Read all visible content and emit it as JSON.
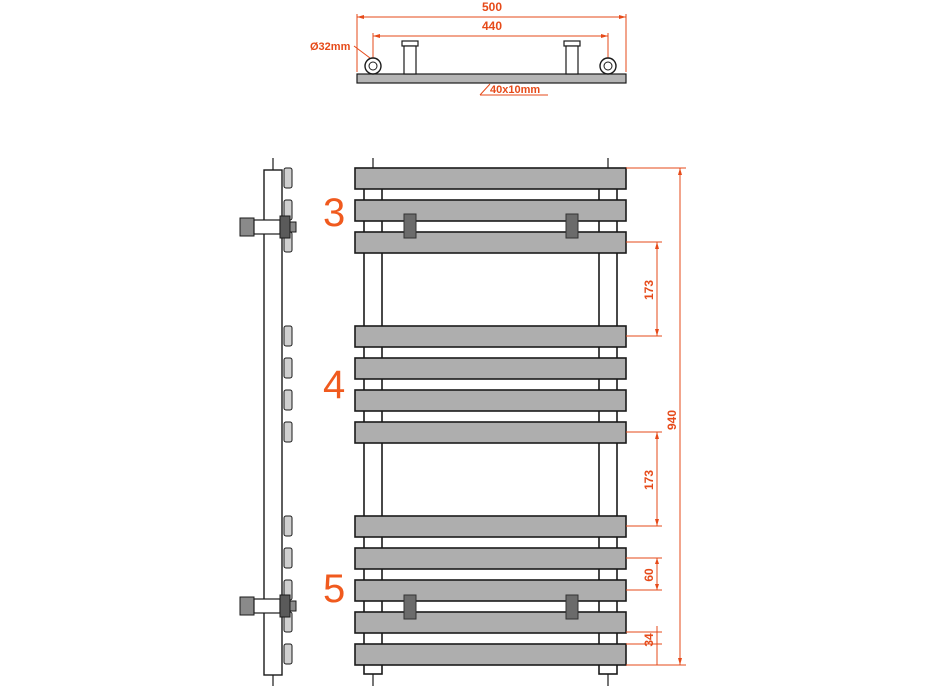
{
  "top_view": {
    "overall_width": "500",
    "pipe_spacing": "440",
    "pipe_diameter": "Ø32mm",
    "bar_profile": "40x10mm"
  },
  "front_view": {
    "total_height": "940",
    "gap_upper": "173",
    "gap_lower": "173",
    "bar_pitch": "60",
    "bar_height": "34"
  },
  "sections": [
    "3",
    "4",
    "5"
  ],
  "colors": {
    "dimension": "#e64a19",
    "section_label": "#f05a1e",
    "bar_fill": "#aeaeae",
    "outline": "#1a1a1a"
  }
}
